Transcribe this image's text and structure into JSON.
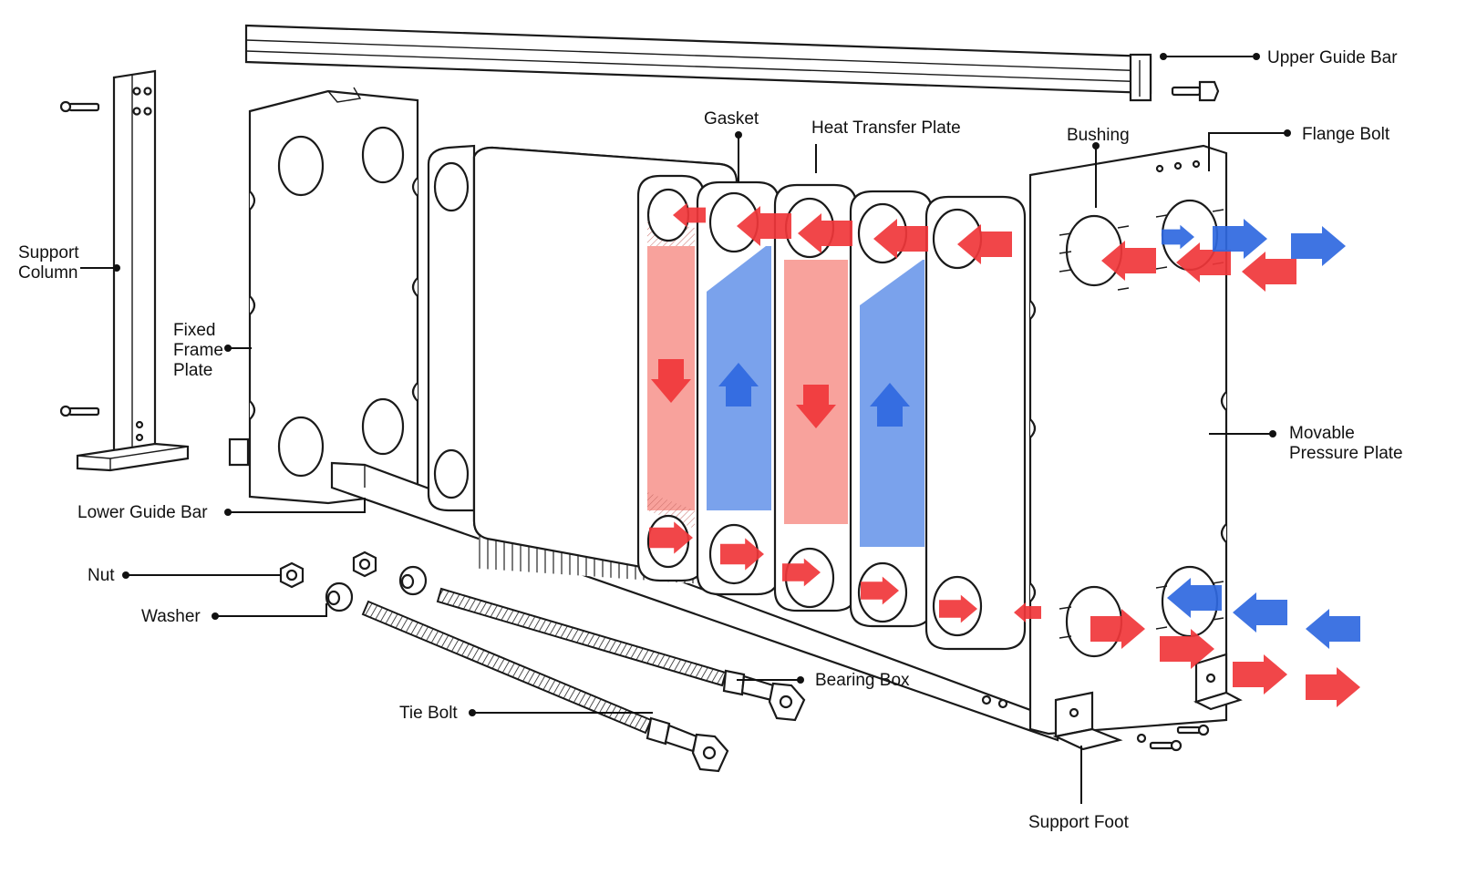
{
  "labels": {
    "upper_guide_bar": "Upper Guide Bar",
    "gasket": "Gasket",
    "heat_transfer_plate": "Heat Transfer Plate",
    "bushing": "Bushing",
    "flange_bolt": "Flange Bolt",
    "support_column": [
      "Support",
      "Column"
    ],
    "fixed_frame_plate": [
      "Fixed",
      "Frame",
      "Plate"
    ],
    "movable_pressure_plate": [
      "Movable",
      "Pressure Plate"
    ],
    "lower_guide_bar": "Lower Guide Bar",
    "nut": "Nut",
    "washer": "Washer",
    "bearing_box": "Bearing Box",
    "tie_bolt": "Tie Bolt",
    "support_foot": "Support Foot"
  },
  "colors": {
    "hot": "#f0363a",
    "hot_fill": "#f8a29c",
    "cold": "#2f68e0",
    "cold_fill": "#7aa2ec",
    "line": "#111111"
  }
}
